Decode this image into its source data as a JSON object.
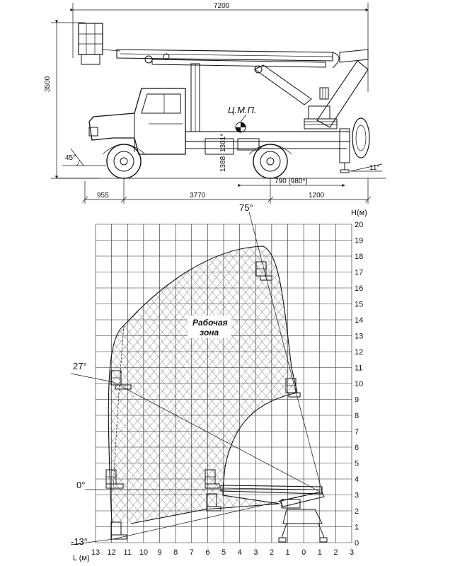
{
  "vehicle": {
    "dimensions": {
      "overall_length": "7200",
      "overall_height": "3500",
      "front_overhang": "955",
      "wheelbase": "3770",
      "rear_overhang": "1200",
      "support_offset": "790 (980*)",
      "support_height": "1388",
      "frame_height": "1301*",
      "approach_angle": "45°",
      "departure_angle": "11°",
      "cg_label": "Ц.М.П."
    }
  },
  "diagram": {
    "h_axis_label": "H(м)",
    "l_axis_label": "L (м)",
    "h_ticks": [
      "0",
      "1",
      "2",
      "3",
      "4",
      "5",
      "6",
      "7",
      "8",
      "9",
      "10",
      "11",
      "12",
      "13",
      "14",
      "15",
      "16",
      "17",
      "18",
      "19",
      "20"
    ],
    "l_ticks": [
      "13",
      "12",
      "11",
      "10",
      "9",
      "8",
      "7",
      "6",
      "5",
      "4",
      "3",
      "2",
      "1",
      "0",
      "1",
      "2",
      "3"
    ],
    "zone_label_line1": "Рабочая",
    "zone_label_line2": "зона",
    "angles": {
      "a75": "75°",
      "a27": "27°",
      "a0": "0°",
      "a_13": "-13°"
    }
  }
}
